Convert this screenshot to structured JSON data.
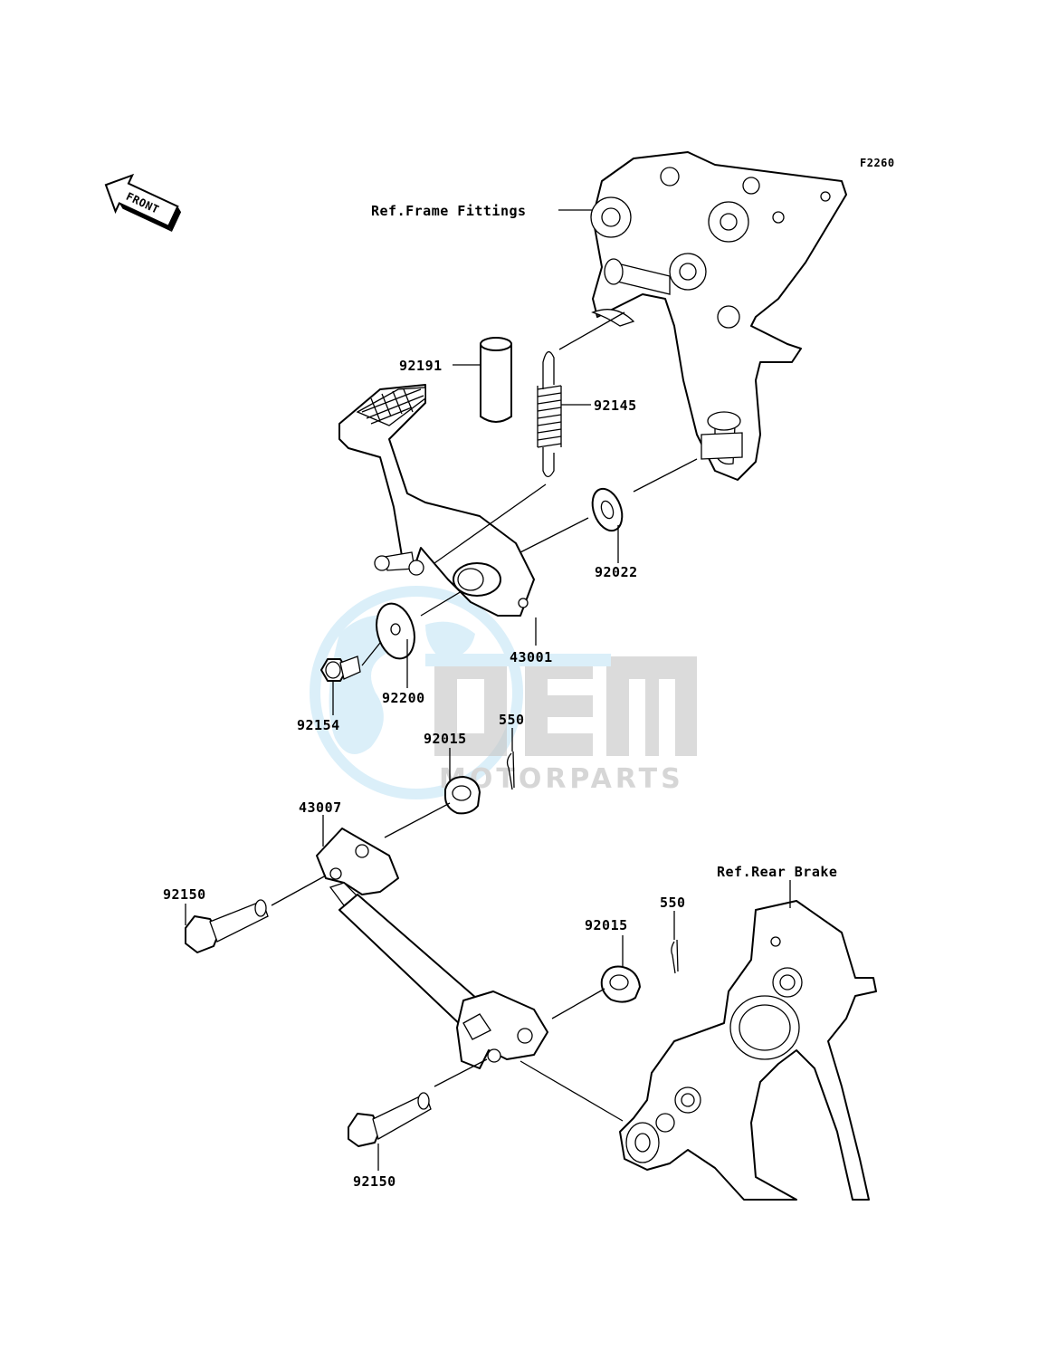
{
  "diagram_code": "F2260",
  "front_label": "FRONT",
  "references": {
    "frame_fittings": "Ref.Frame Fittings",
    "rear_brake": "Ref.Rear Brake"
  },
  "parts": {
    "p92191": "92191",
    "p92145": "92145",
    "p92022": "92022",
    "p43001": "43001",
    "p92200": "92200",
    "p92154": "92154",
    "p550_top": "550",
    "p92015_top": "92015",
    "p43007": "43007",
    "p92150_top": "92150",
    "p92015_bottom": "92015",
    "p550_bottom": "550",
    "p92150_bottom": "92150"
  },
  "watermark": {
    "brand": "OEM",
    "sub": "MOTORPARTS",
    "colors": {
      "blue": "#2a9fd6",
      "light_blue": "#bfe3f5",
      "gray": "#9a9a9a"
    }
  }
}
